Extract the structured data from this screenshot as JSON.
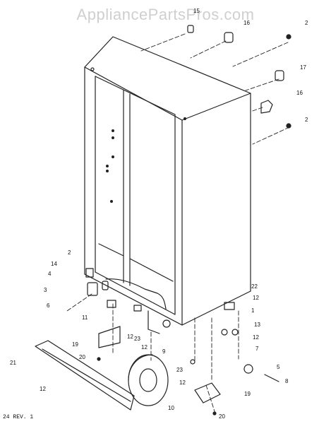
{
  "watermark": "AppliancePartsPros.com",
  "footer": "24 REV. 1",
  "callouts": [
    "15",
    "16",
    "2",
    "17",
    "16",
    "2",
    "2",
    "14",
    "4",
    "3",
    "6",
    "11",
    "22",
    "12",
    "1",
    "13",
    "12",
    "7",
    "5",
    "8",
    "19",
    "12",
    "20",
    "21",
    "12",
    "23",
    "12",
    "9",
    "10",
    "23",
    "12",
    "19",
    "20"
  ]
}
